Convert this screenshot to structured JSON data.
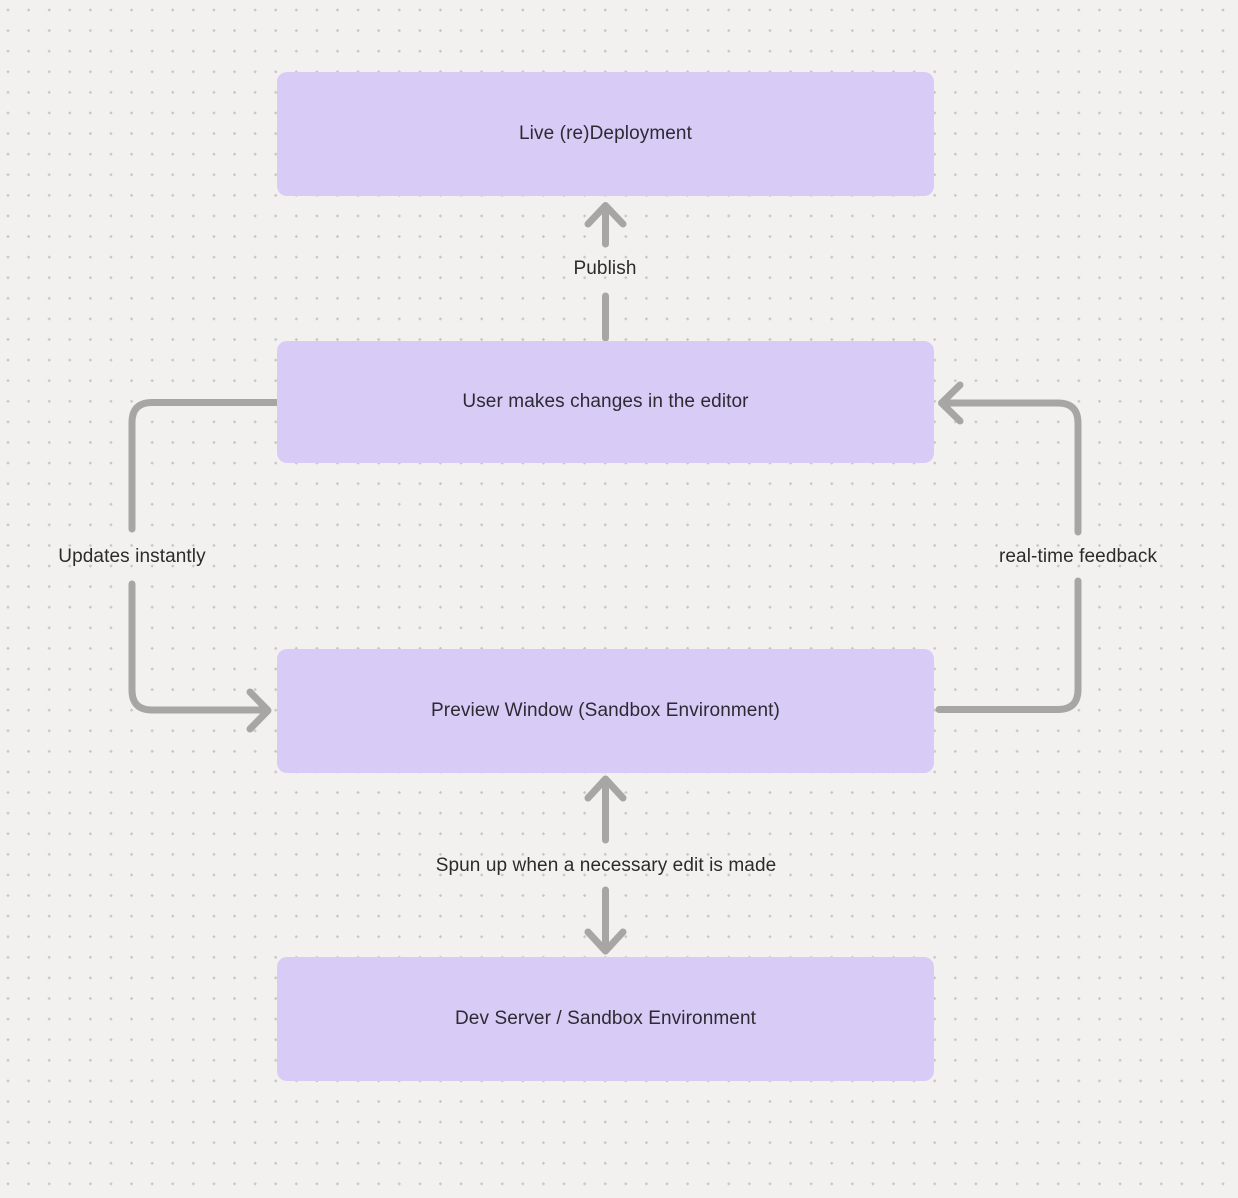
{
  "diagram": {
    "title": "",
    "nodes": [
      {
        "id": "live-redeployment",
        "label": "Live (re)Deployment"
      },
      {
        "id": "user-editor",
        "label": "User makes changes in the editor"
      },
      {
        "id": "preview-window",
        "label": "Preview Window (Sandbox Environment)"
      },
      {
        "id": "dev-server",
        "label": "Dev Server / Sandbox Environment"
      }
    ],
    "edges": [
      {
        "id": "publish",
        "label": "Publish",
        "from": "user-editor",
        "to": "live-redeployment",
        "direction": "up"
      },
      {
        "id": "updates-instantly",
        "label": "Updates instantly",
        "from": "user-editor",
        "to": "preview-window",
        "direction": "left-loop-down"
      },
      {
        "id": "real-time-feedback",
        "label": "real-time feedback",
        "from": "preview-window",
        "to": "user-editor",
        "direction": "right-loop-up"
      },
      {
        "id": "spun-up",
        "label": "Spun up when a necessary edit is made",
        "from": "preview-window",
        "to": "dev-server",
        "direction": "bidirectional"
      }
    ],
    "colors": {
      "background": "#f2f1f0",
      "grid_dot": "#c8c7c6",
      "node_fill": "#d8cbf6",
      "node_text": "#2d2a33",
      "arrow": "#a7a6a5",
      "label_text": "#2b2b2b"
    }
  }
}
